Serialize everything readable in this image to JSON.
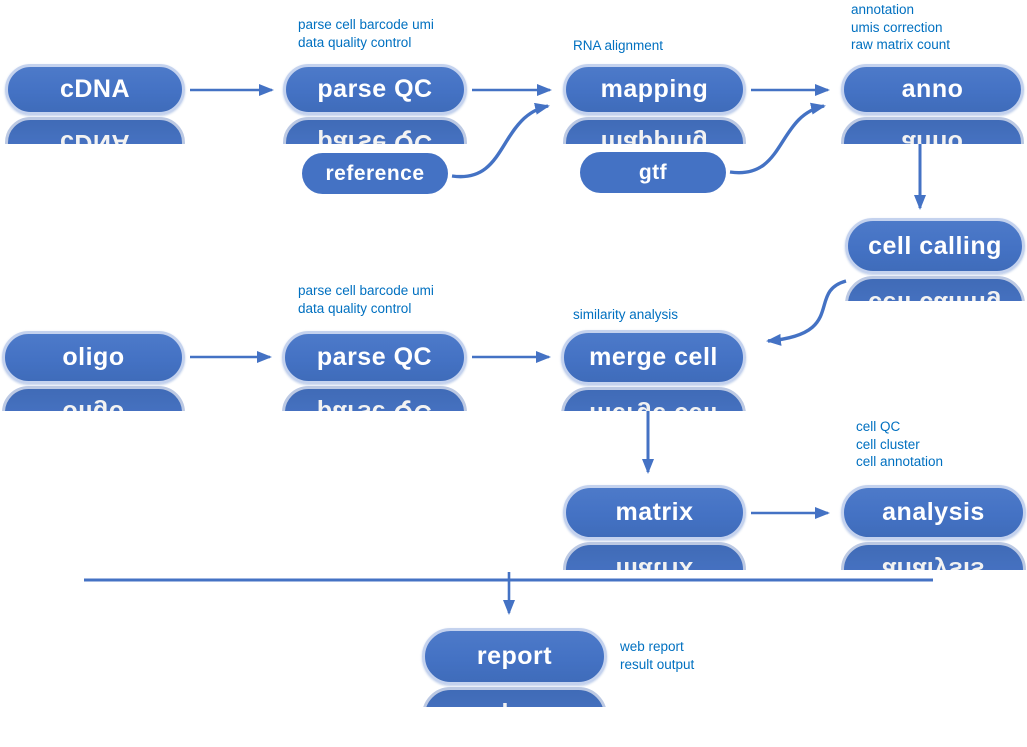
{
  "diagram": {
    "type": "flowchart",
    "background_color": "#ffffff",
    "node_fill_color": "#4472c4",
    "node_border_color": "#c4d2ee",
    "node_text_color": "#ffffff",
    "arrow_color": "#4472c4",
    "annotation_text_color": "#0070c0",
    "nodes": {
      "cdna": {
        "label": "cDNA"
      },
      "parse_qc_1": {
        "label": "parse QC"
      },
      "mapping": {
        "label": "mapping"
      },
      "anno": {
        "label": "anno"
      },
      "reference": {
        "label": "reference"
      },
      "gtf": {
        "label": "gtf"
      },
      "cell_calling": {
        "label": "cell calling"
      },
      "oligo": {
        "label": "oligo"
      },
      "parse_qc_2": {
        "label": "parse QC"
      },
      "merge_cell": {
        "label": "merge cell"
      },
      "matrix": {
        "label": "matrix"
      },
      "analysis": {
        "label": "analysis"
      },
      "report": {
        "label": "report"
      }
    },
    "annotations": {
      "parse_qc_1": [
        "parse cell barcode umi",
        "data quality control"
      ],
      "mapping": [
        "RNA alignment"
      ],
      "anno": [
        "annotation",
        "umis correction",
        "raw matrix count"
      ],
      "parse_qc_2": [
        "parse cell barcode umi",
        "data quality control"
      ],
      "merge_cell": [
        "similarity analysis"
      ],
      "analysis": [
        "cell QC",
        "cell cluster",
        "cell annotation"
      ],
      "report": [
        "web report",
        "result output"
      ]
    },
    "edges": [
      "cDNA -> parse QC",
      "parse QC -> mapping",
      "reference -> mapping",
      "mapping -> anno",
      "gtf -> anno",
      "anno -> cell calling",
      "oligo -> parse QC",
      "parse QC -> merge cell",
      "cell calling -> merge cell",
      "merge cell -> matrix",
      "matrix -> analysis",
      "divider -> report"
    ]
  }
}
